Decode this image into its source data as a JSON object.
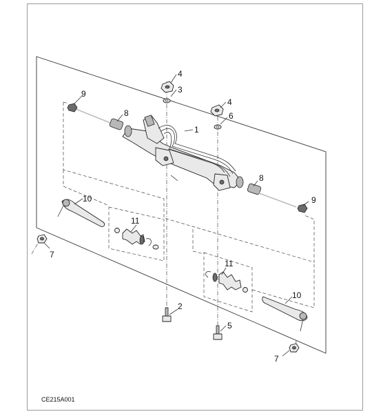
{
  "diagram": {
    "figure_code": "CE215A001",
    "callouts": {
      "rack": "1",
      "bolt_left": "2",
      "washer_left": "3",
      "nut_left": "4",
      "nut_right": "4",
      "bolt_right": "5",
      "washer_right": "6",
      "nut_tie_left": "7",
      "nut_tie_right": "7",
      "tie_rod_inner_left": "8",
      "tie_rod_inner_right": "8",
      "locknut_left": "9",
      "locknut_right": "9",
      "tie_rod_end_left": "10",
      "tie_rod_end_right": "10",
      "boot_kit_left": "11",
      "boot_kit_right": "11"
    }
  }
}
